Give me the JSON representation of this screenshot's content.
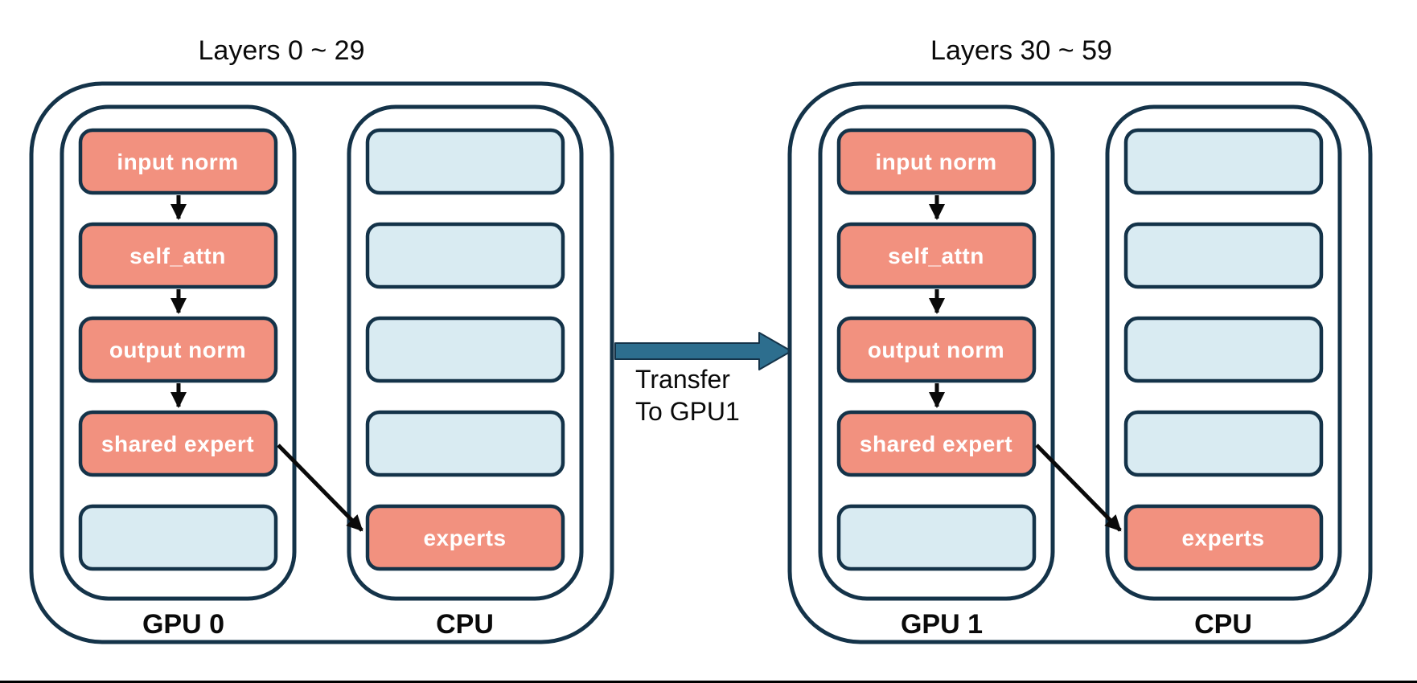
{
  "colors": {
    "navy": "#143349",
    "salmon": "#F2917F",
    "lightblue": "#D9EBF2",
    "teal": "#2D6E8E",
    "ink": "#0A0A0A",
    "rule": "#000000"
  },
  "groups": [
    {
      "title": "Layers 0 ~ 29",
      "gpu_label": "GPU 0",
      "cpu_label": "CPU",
      "gpu_boxes": [
        "input norm",
        "self_attn",
        "output norm",
        "shared expert",
        ""
      ],
      "cpu_boxes": [
        "",
        "",
        "",
        "",
        "experts"
      ]
    },
    {
      "title": "Layers 30 ~ 59",
      "gpu_label": "GPU 1",
      "cpu_label": "CPU",
      "gpu_boxes": [
        "input norm",
        "self_attn",
        "output norm",
        "shared expert",
        ""
      ],
      "cpu_boxes": [
        "",
        "",
        "",
        "",
        "experts"
      ]
    }
  ],
  "transfer_label": {
    "line1": "Transfer",
    "line2": "To GPU1"
  }
}
